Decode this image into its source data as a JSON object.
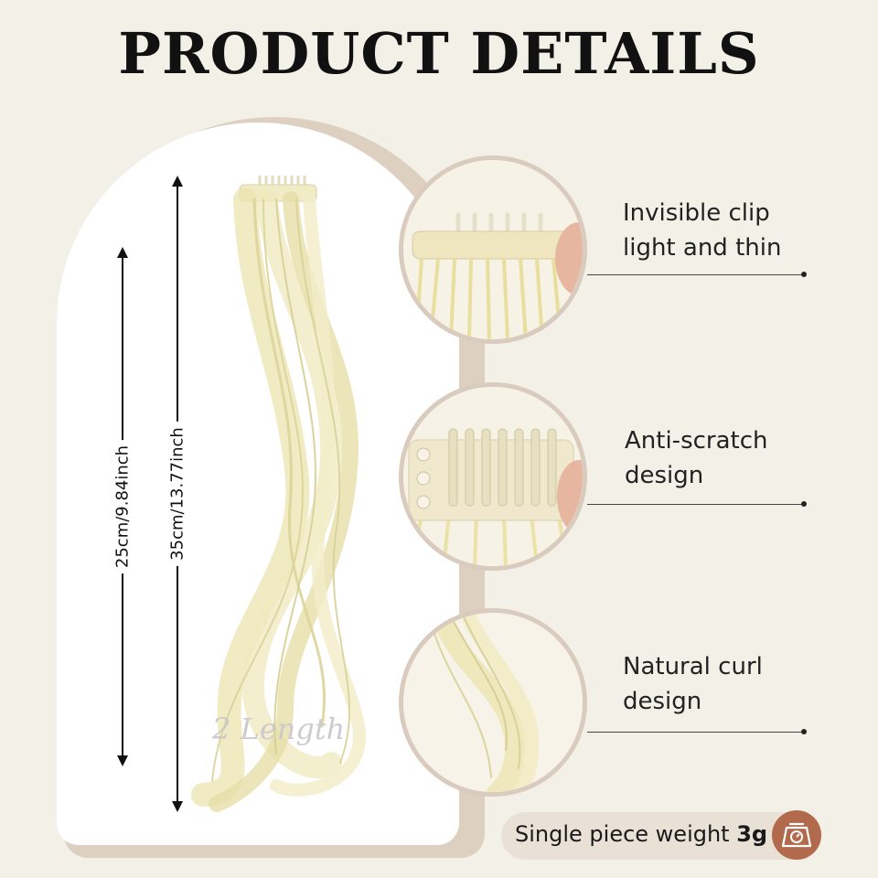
{
  "title": "PRODUCT DETAILS",
  "measurements": {
    "short": "25cm/9.84inch",
    "long": "35cm/13.77inch"
  },
  "watermark": "2 Length",
  "features": [
    {
      "line1": "Invisible clip",
      "line2": "light and thin",
      "icon": "clip-closeup"
    },
    {
      "line1": "Anti-scratch",
      "line2": "design",
      "icon": "comb-closeup"
    },
    {
      "line1": "Natural curl",
      "line2": "design",
      "icon": "curl-closeup"
    }
  ],
  "weight": {
    "label": "Single piece weight",
    "value": "3g",
    "icon": "scale-icon"
  },
  "colors": {
    "background": "#f3f0e8",
    "arch_back": "#ddd0c0",
    "hair": "#eee9b8",
    "accent": "#b26a4c"
  }
}
